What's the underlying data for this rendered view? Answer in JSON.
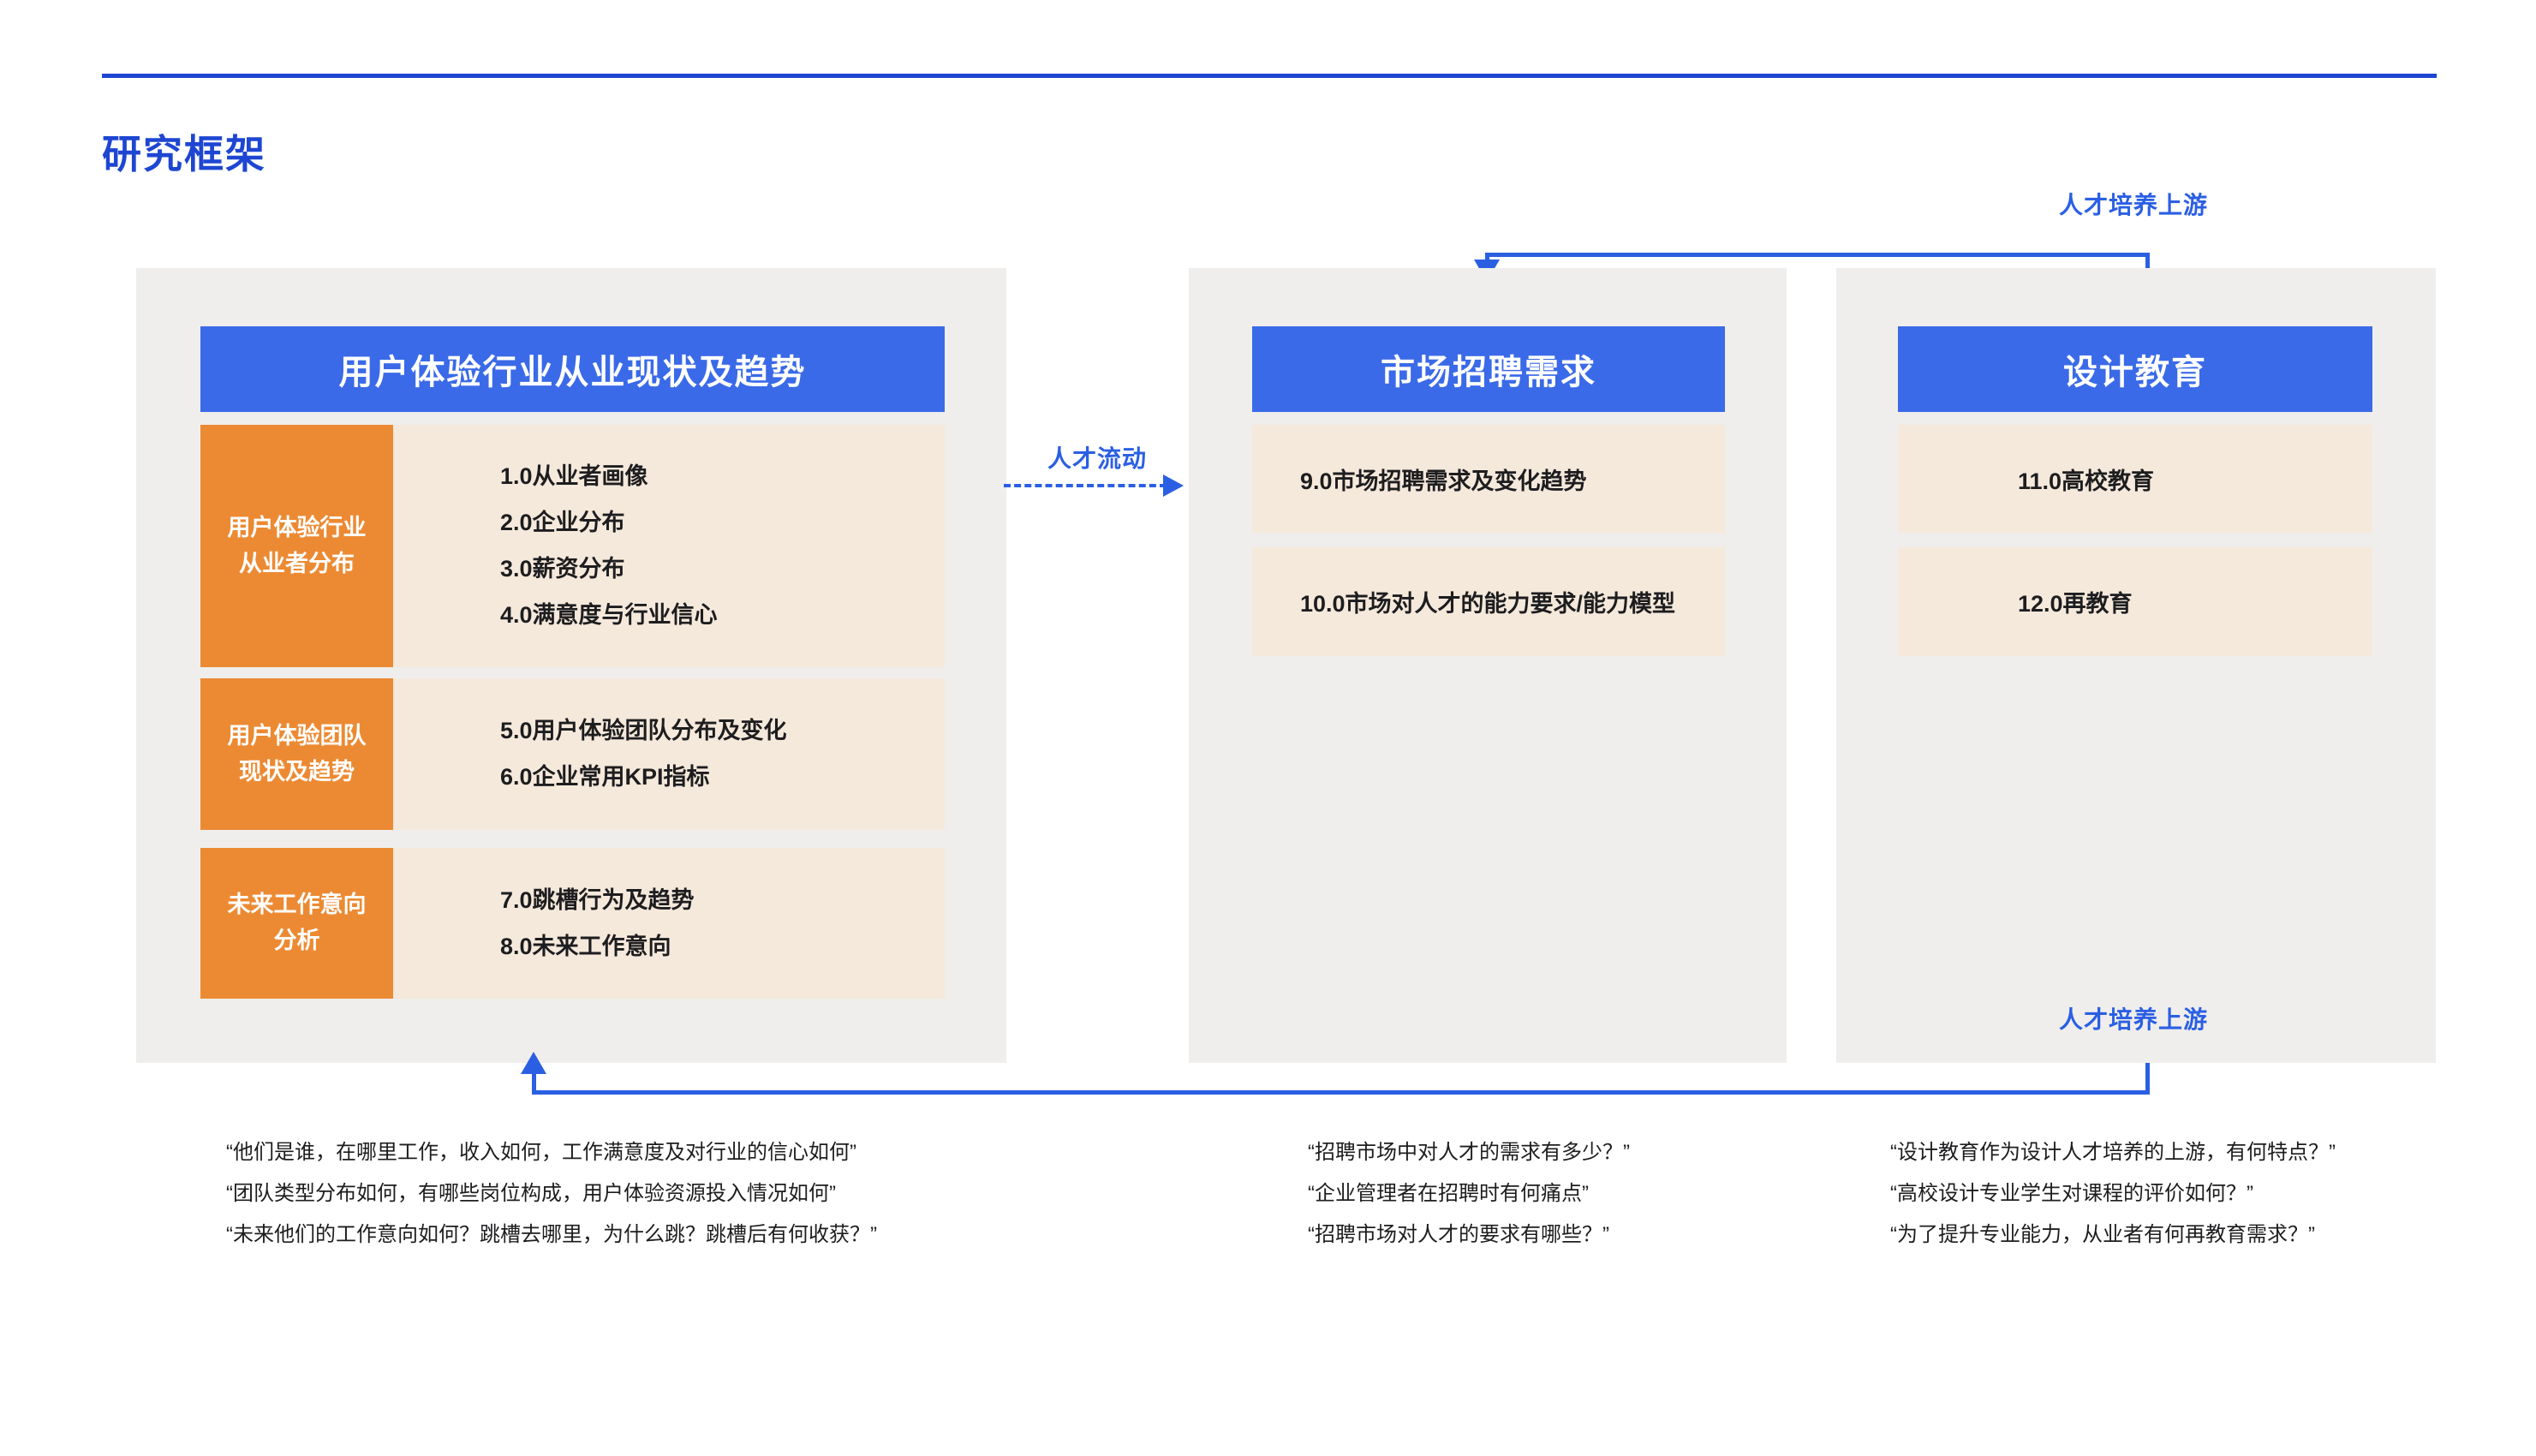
{
  "page": {
    "title": "研究框架"
  },
  "colors": {
    "title_blue": "#1E46D2",
    "accent_blue": "#2B5FE3",
    "header_blue": "#3A6AE8",
    "orange": "#EC8A33",
    "beige": "#F5E9DC",
    "panel_gray": "#EFEEEC",
    "text_dark": "#1D1D1F"
  },
  "arrows": {
    "talent_flow_label": "人才流动",
    "upstream_top_label": "人才培养上游",
    "upstream_bottom_label": "人才培养上游"
  },
  "left_panel": {
    "header": "用户体验行业从业现状及趋势",
    "rows": [
      {
        "label": "用户体验行业\n从业者分布",
        "items": [
          "1.0从业者画像",
          "2.0企业分布",
          "3.0薪资分布",
          "4.0满意度与行业信心"
        ]
      },
      {
        "label": "用户体验团队\n现状及趋势",
        "items": [
          "5.0用户体验团队分布及变化",
          "6.0企业常用KPI指标"
        ]
      },
      {
        "label": "未来工作意向\n分析",
        "items": [
          "7.0跳槽行为及趋势",
          "8.0未来工作意向"
        ]
      }
    ],
    "quotes": [
      "“他们是谁，在哪里工作，收入如何，工作满意度及对行业的信心如何”",
      "“团队类型分布如何，有哪些岗位构成，用户体验资源投入情况如何”",
      "“未来他们的工作意向如何？跳槽去哪里，为什么跳？跳槽后有何收获？”"
    ]
  },
  "middle_panel": {
    "header": "市场招聘需求",
    "items": [
      "9.0市场招聘需求及变化趋势",
      "10.0市场对人才的能力要求/能力模型"
    ],
    "quotes": [
      "“招聘市场中对人才的需求有多少？”",
      "“企业管理者在招聘时有何痛点”",
      "“招聘市场对人才的要求有哪些？”"
    ]
  },
  "right_panel": {
    "header": "设计教育",
    "items": [
      "11.0高校教育",
      "12.0再教育"
    ],
    "quotes": [
      "“设计教育作为设计人才培养的上游，有何特点？”",
      "“高校设计专业学生对课程的评价如何？”",
      "“为了提升专业能力，从业者有何再教育需求？”"
    ]
  }
}
